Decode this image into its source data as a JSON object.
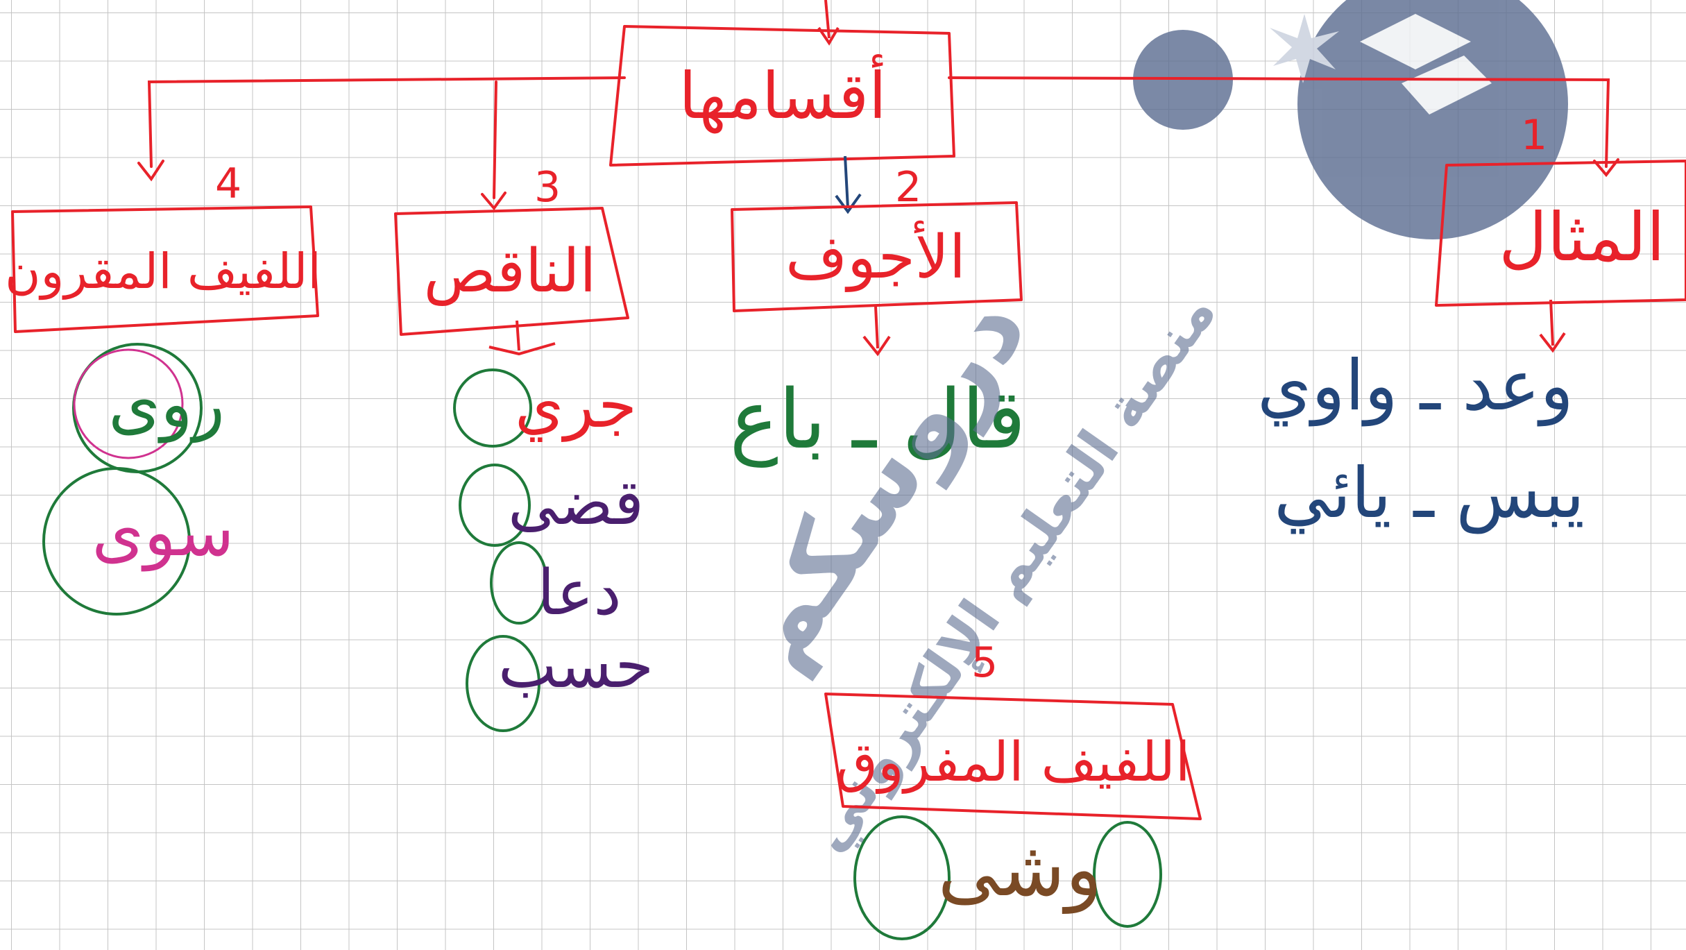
{
  "root": {
    "label": "أقسامها"
  },
  "categories": [
    {
      "number": "1",
      "label": "المثال",
      "examples": [
        "وعد ـ واوي",
        "يبس ـ يائي"
      ]
    },
    {
      "number": "2",
      "label": "الأجوف",
      "examples": [
        "قال ـ باع"
      ]
    },
    {
      "number": "3",
      "label": "الناقص",
      "examples": [
        "جري",
        "قضى",
        "دعا",
        "حسب"
      ]
    },
    {
      "number": "4",
      "label": "اللفيف المقرون",
      "examples": [
        "روى",
        "سوى"
      ]
    }
  ],
  "sub_branch": {
    "number": "5",
    "label": "اللفيف المفروق",
    "examples": [
      "وشى"
    ]
  },
  "watermark": {
    "brand": "دروسكم",
    "tagline": "منصة التعليم الإلكتروني"
  },
  "colors": {
    "box_stroke": "#e8222a",
    "green_circle": "#1f7a3a",
    "blue_ink": "#23467a",
    "purple_ink": "#4a1f6e",
    "magenta_ink": "#d0328f",
    "brown_ink": "#7a4a25",
    "watermark": "#5e6f92"
  }
}
